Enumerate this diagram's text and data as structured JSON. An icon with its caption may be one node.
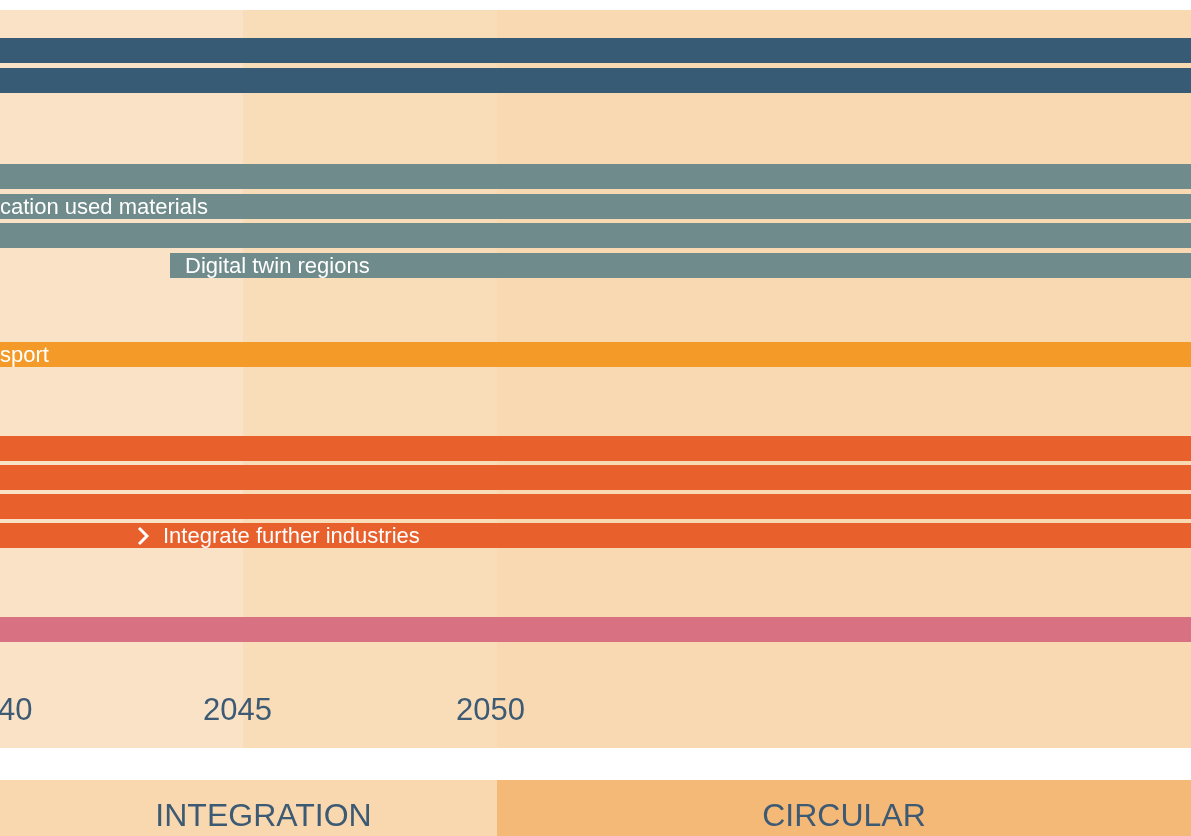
{
  "diagram": {
    "nodes": [
      {
        "text": [],
        "shape": "bar"
      },
      {
        "text": [],
        "shape": "bar"
      },
      {
        "text": [],
        "shape": "bar"
      },
      {
        "text": [
          "cation used materials"
        ]
      },
      {
        "text": [],
        "shape": "bar"
      },
      {
        "text": [
          "Digital twin regions"
        ]
      },
      {
        "text": [
          "sport"
        ]
      },
      {
        "text": [],
        "shape": "bar"
      },
      {
        "text": [],
        "shape": "bar"
      },
      {
        "text": [],
        "shape": "bar"
      },
      {
        "text": [
          "Integrate further industries"
        ]
      },
      {
        "text": [],
        "shape": "bar"
      },
      {
        "text": [
          "INTEGRATION"
        ]
      },
      {
        "text": [
          "CIRCULAR"
        ]
      }
    ],
    "edges": [],
    "labels": [
      "40",
      "2045",
      "2050"
    ]
  }
}
